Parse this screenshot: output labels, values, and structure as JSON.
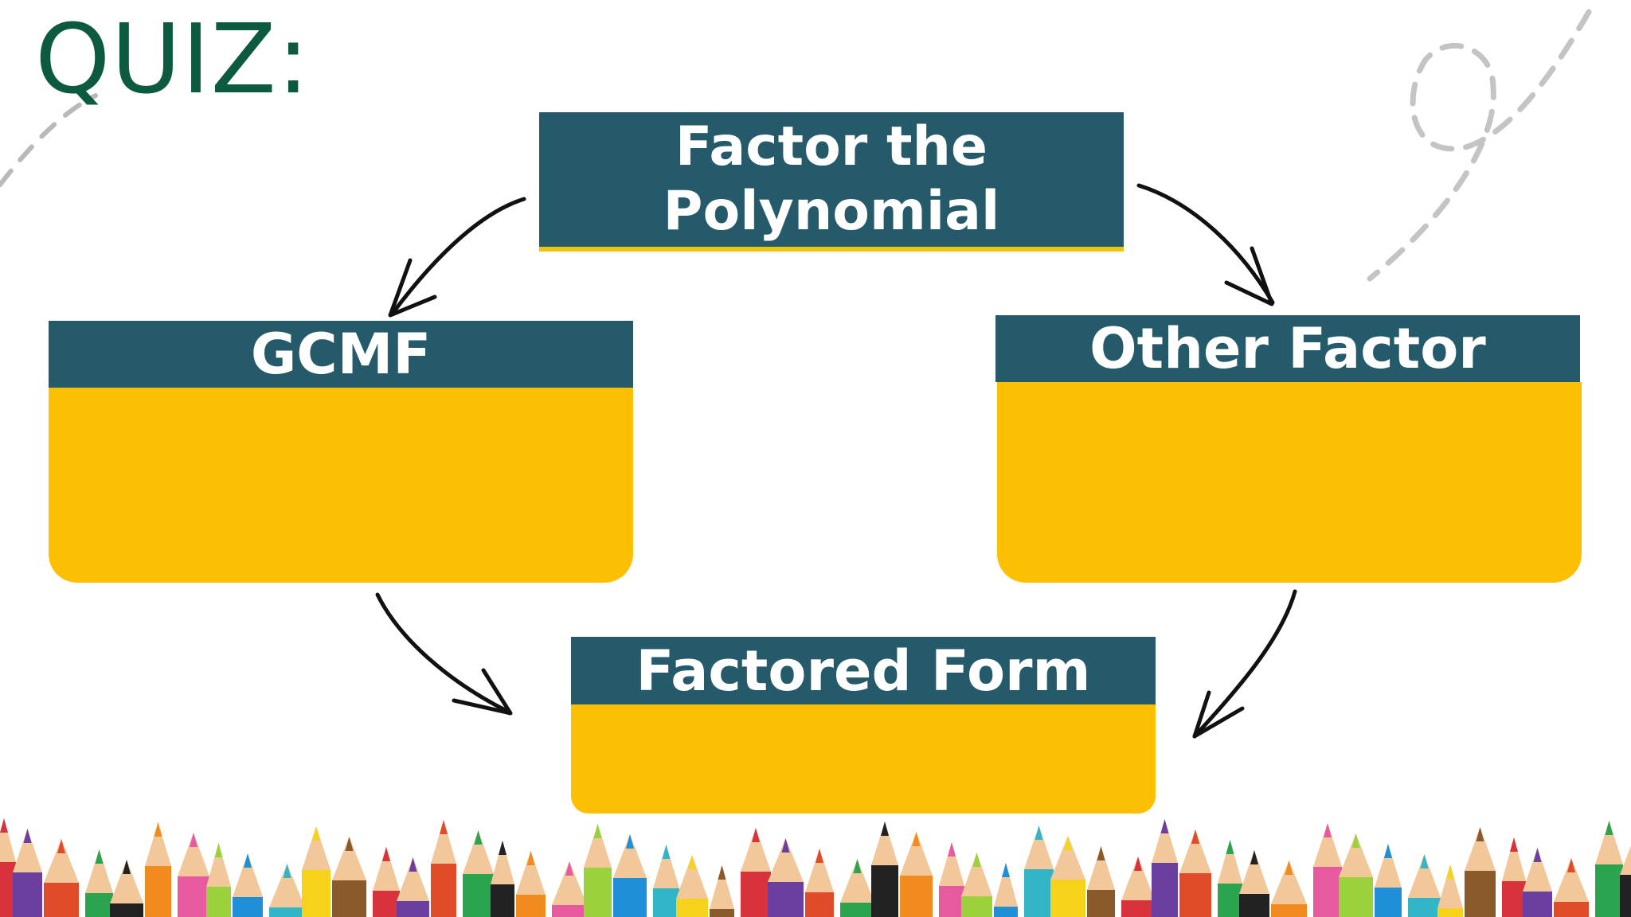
{
  "title": "QUIZ:",
  "boxes": {
    "top": {
      "line1": "Factor the",
      "line2": "Polynomial"
    },
    "gcmf": {
      "label": "GCMF"
    },
    "other": {
      "label": "Other Factor"
    },
    "factored": {
      "label": "Factored Form"
    }
  },
  "colors": {
    "header": "#245a69",
    "body": "#fdbf02",
    "title": "#0c5a40"
  }
}
